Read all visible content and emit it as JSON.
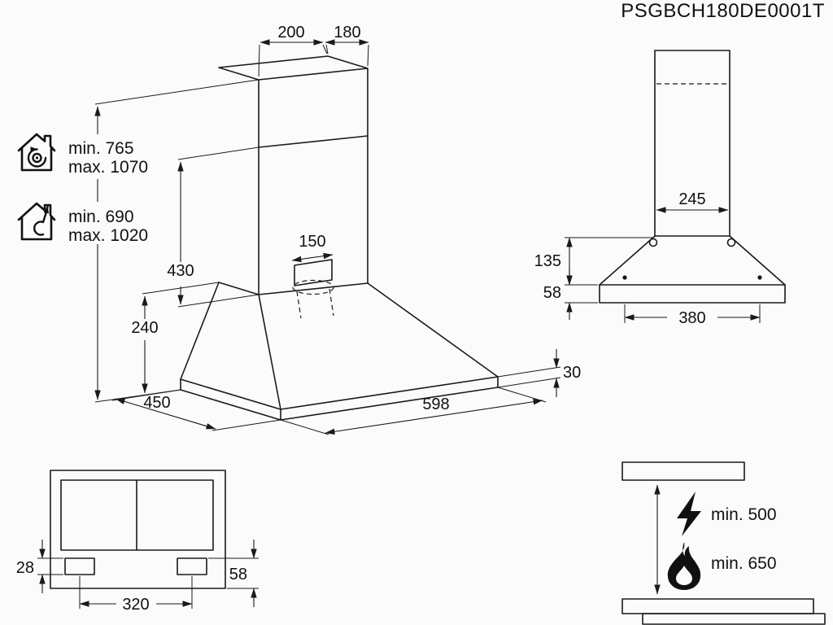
{
  "title": {
    "code": "PSGBCH180DE0001T"
  },
  "colors": {
    "background": "#fbfbfb",
    "line": "#1a1a1a",
    "text": "#111111"
  },
  "iso": {
    "top_width": "200",
    "top_depth": "180",
    "recirc_min": "min. 765",
    "recirc_max": "max. 1070",
    "extract_min": "min. 690",
    "extract_max": "max. 1020",
    "chimney_height": "430",
    "outlet_diameter": "150",
    "body_height": "240",
    "depth": "450",
    "width": "598",
    "base_thickness": "30"
  },
  "front": {
    "neck_width": "245",
    "canopy_height": "135",
    "rim_height": "58",
    "bottom_width": "380"
  },
  "rear": {
    "bracket_height": "28",
    "bracket_spacing": "320",
    "edge_offset": "58"
  },
  "clearance": {
    "electric_min": "min. 500",
    "gas_min": "min. 650"
  },
  "icons": {
    "recirculation": "house-recirculation-icon",
    "extraction": "house-extraction-icon",
    "electric": "lightning-icon",
    "gas": "flame-icon"
  }
}
